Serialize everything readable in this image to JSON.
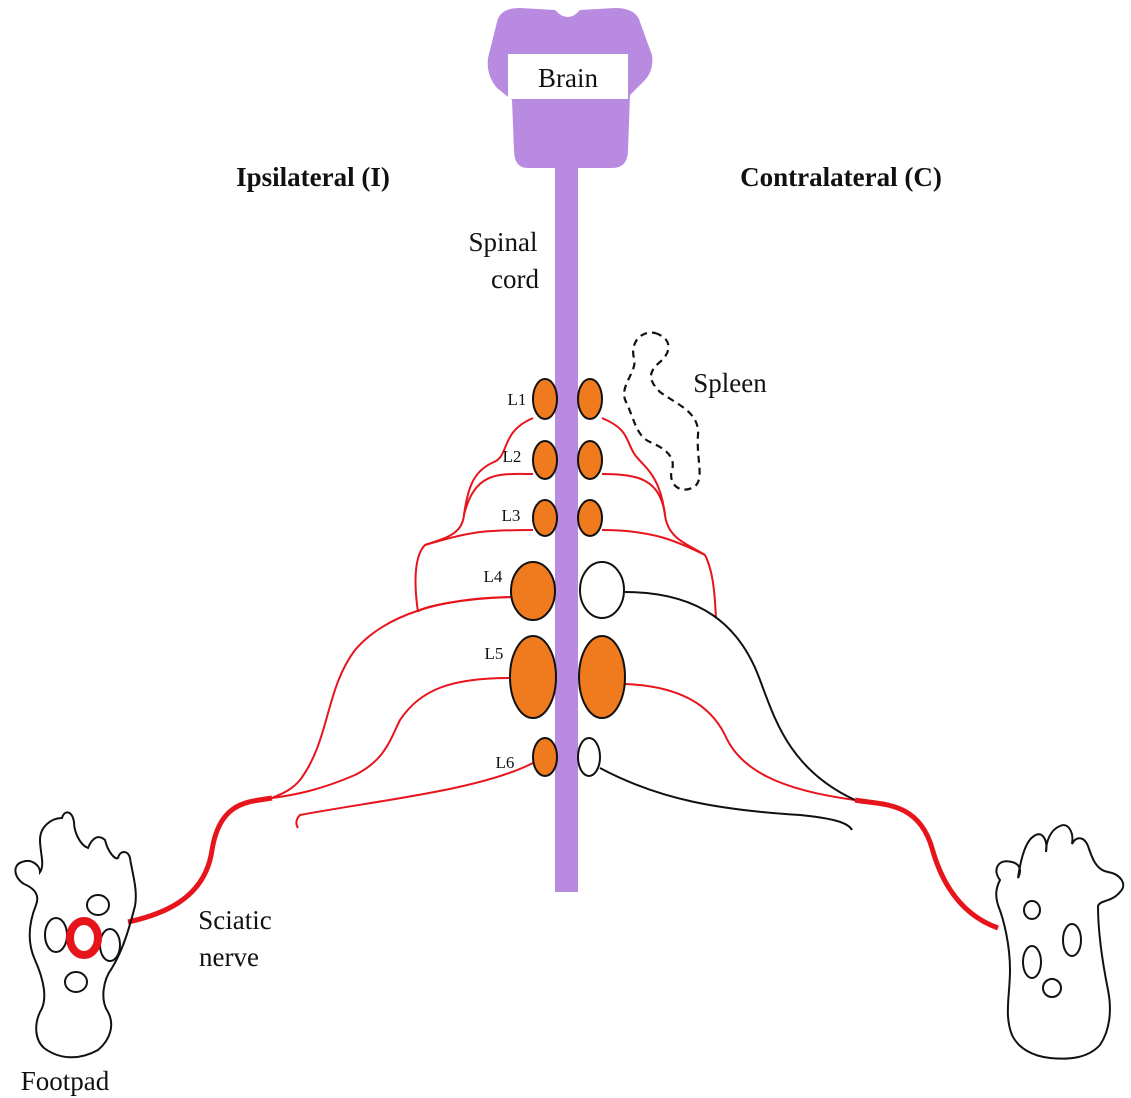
{
  "labels": {
    "brain": "Brain",
    "ipsilateral": "Ipsilateral (I)",
    "contralateral": "Contralateral (C)",
    "spinal_cord_line1": "Spinal",
    "spinal_cord_line2": "cord",
    "spleen": "Spleen",
    "sciatic_line1": "Sciatic",
    "sciatic_line2": "nerve",
    "footpad": "Footpad"
  },
  "lymph_nodes": [
    {
      "label": "L1",
      "ipsilateral": "involved",
      "contralateral": "involved"
    },
    {
      "label": "L2",
      "ipsilateral": "involved",
      "contralateral": "involved"
    },
    {
      "label": "L3",
      "ipsilateral": "involved",
      "contralateral": "involved"
    },
    {
      "label": "L4",
      "ipsilateral": "involved",
      "contralateral": "not involved"
    },
    {
      "label": "L5",
      "ipsilateral": "involved",
      "contralateral": "involved"
    },
    {
      "label": "L6",
      "ipsilateral": "involved",
      "contralateral": "not involved"
    }
  ],
  "colors": {
    "brain_and_cord": "#b98be0",
    "involved_node": "#f07a1e",
    "uninvolved_node": "#ffffff",
    "involved_path": "#e8141c",
    "uninvolved_path": "#111111",
    "spleen_outline": "#111111"
  }
}
